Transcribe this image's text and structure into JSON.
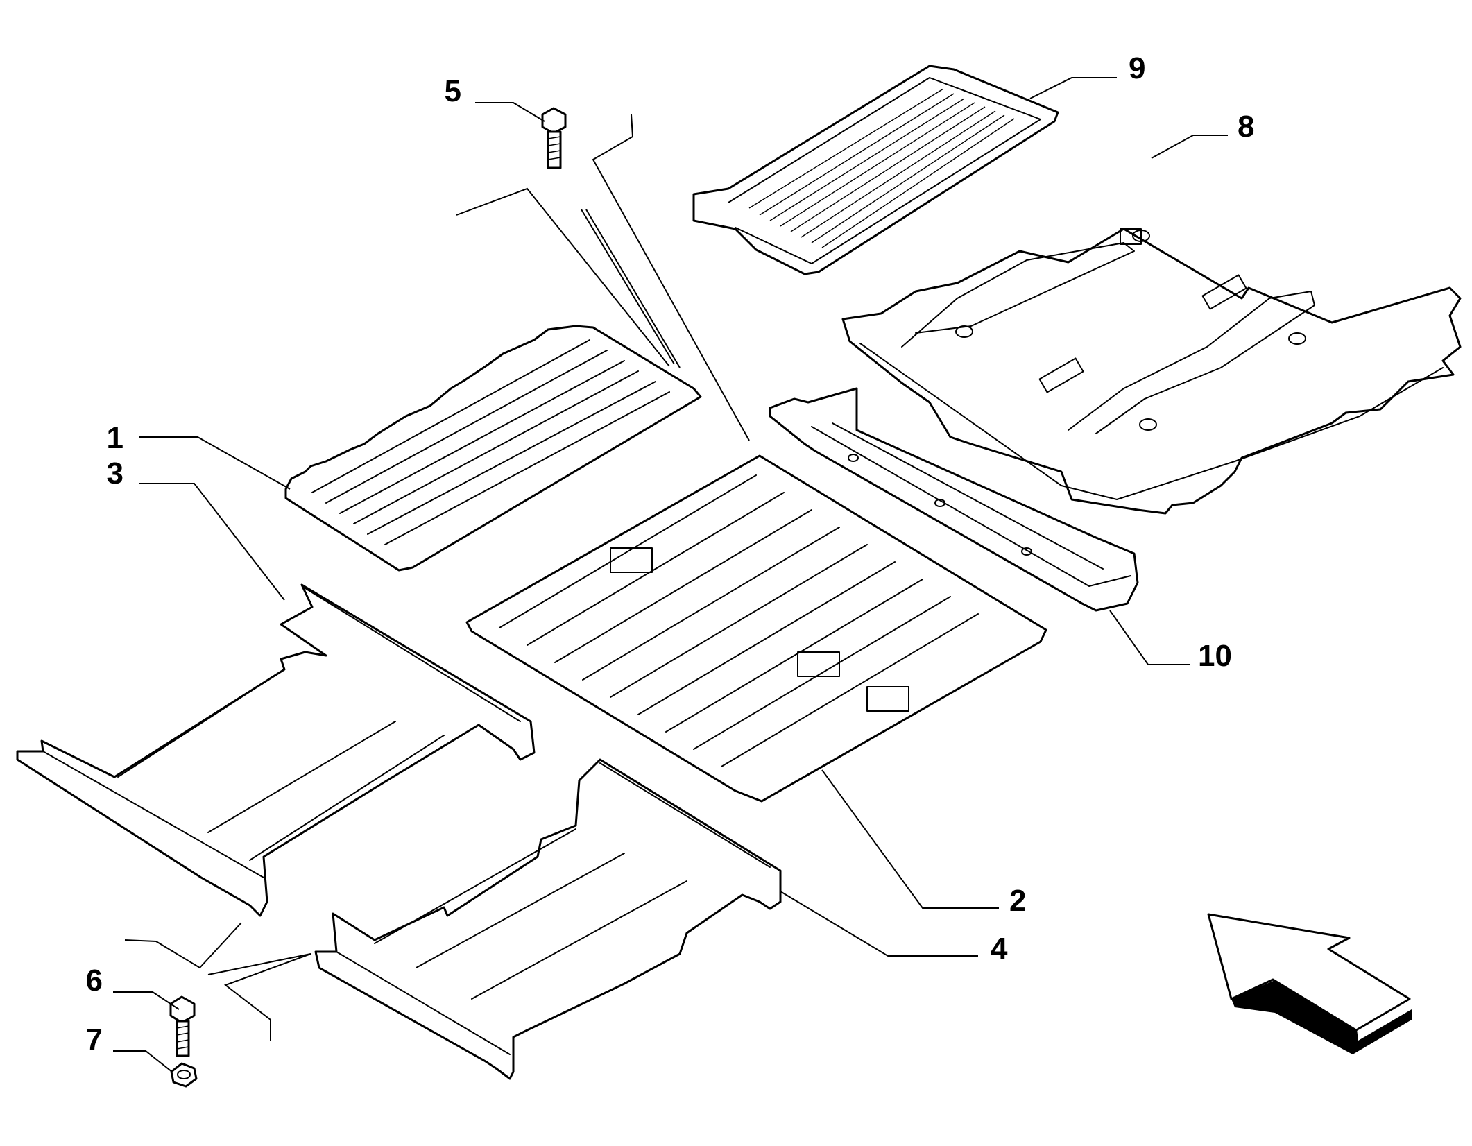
{
  "diagram": {
    "callouts": [
      {
        "id": "c1",
        "label": "1"
      },
      {
        "id": "c2",
        "label": "2"
      },
      {
        "id": "c3",
        "label": "3"
      },
      {
        "id": "c4",
        "label": "4"
      },
      {
        "id": "c5",
        "label": "5"
      },
      {
        "id": "c6",
        "label": "6"
      },
      {
        "id": "c7",
        "label": "7"
      },
      {
        "id": "c8",
        "label": "8"
      },
      {
        "id": "c9",
        "label": "9"
      },
      {
        "id": "c10",
        "label": "10"
      }
    ],
    "direction_arrow": "front-direction-arrow"
  }
}
